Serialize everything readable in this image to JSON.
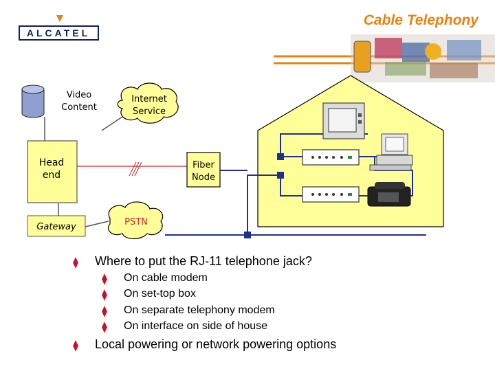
{
  "header": {
    "logo_text": "ALCATEL",
    "title": "Cable Telephony",
    "accent_color": "#e8820e"
  },
  "diagram": {
    "nodes": {
      "video_content": [
        "Video",
        "Content"
      ],
      "internet_service": [
        "Internet",
        "Service"
      ],
      "head_end": [
        "Head",
        "end"
      ],
      "fiber_node": [
        "Fiber",
        "Node"
      ],
      "gateway": "Gateway",
      "pstn": "PSTN"
    },
    "colors": {
      "house_fill": "#ffff99",
      "node_fill": "#ffff99",
      "cable_blue": "#1f2f8f",
      "link_red": "#cc2222"
    },
    "icons": [
      "database-icon",
      "television-icon",
      "computer-icon",
      "telephone-icon",
      "cable-modem-icon",
      "set-top-box-icon"
    ]
  },
  "bullets": [
    {
      "text": "Where to put the RJ-11 telephone jack?",
      "level": 1
    },
    {
      "text": "On cable modem",
      "level": 2
    },
    {
      "text": "On set-top box",
      "level": 2
    },
    {
      "text": "On separate telephony modem",
      "level": 2
    },
    {
      "text": "On interface on side of house",
      "level": 2
    },
    {
      "text": "Local powering or network powering options",
      "level": 1
    }
  ],
  "bullet_marker": "⧫"
}
